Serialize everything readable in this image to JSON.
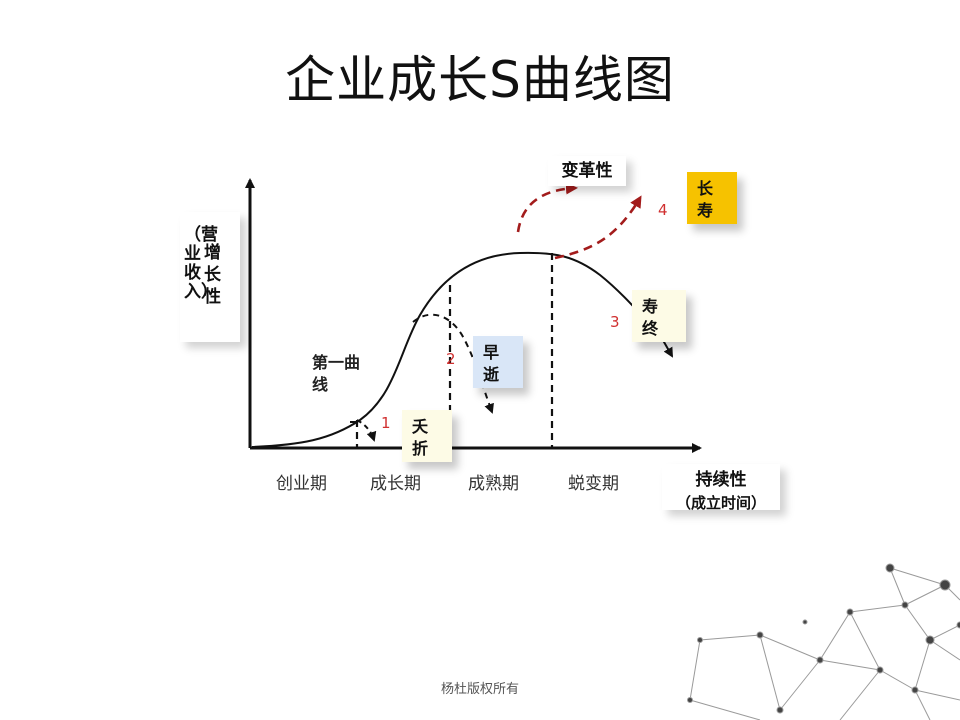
{
  "title": "企业成长S曲线图",
  "y_axis_label": {
    "main": "增长性",
    "sub": "（营业收入）"
  },
  "x_axis_label": {
    "main": "持续性",
    "sub": "（成立时间）"
  },
  "curve_label": "第一曲线",
  "stages": [
    "创业期",
    "成长期",
    "成熟期",
    "蜕变期"
  ],
  "transform_label": "变革性",
  "outcomes": [
    {
      "number": "1",
      "label": "夭折",
      "color": "#fdfbe6"
    },
    {
      "number": "2",
      "label": "早逝",
      "color": "#d9e6f7"
    },
    {
      "number": "3",
      "label": "寿终",
      "color": "#fdfbe6"
    },
    {
      "number": "4",
      "label": "长寿",
      "color": "#f6c200"
    }
  ],
  "footer": "杨杜版权所有"
}
